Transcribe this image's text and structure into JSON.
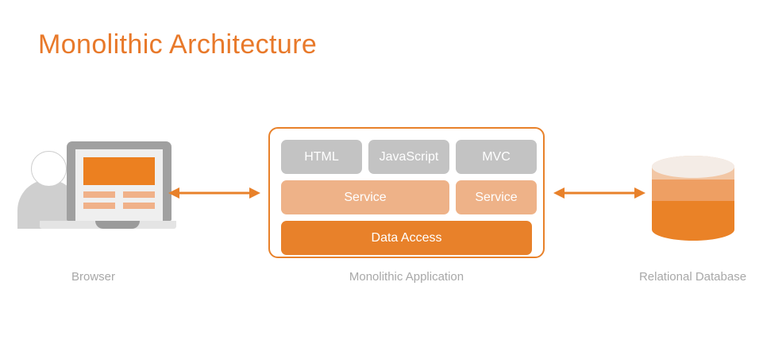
{
  "diagram": {
    "title": "Monolithic Architecture",
    "title_color": "#e8792a",
    "background": "#ffffff"
  },
  "nodes": {
    "browser": {
      "caption": "Browser",
      "icon": "laptop-user-icon",
      "screen_banner_color": "#ec8020",
      "screen_bar_color": "#f0b189",
      "bezel_color": "#a0a0a0"
    },
    "application": {
      "caption": "Monolithic Application",
      "border_color": "#e8812a",
      "layers": [
        {
          "name": "presentation-layer",
          "blocks": [
            {
              "label": "HTML",
              "color": "#c3c3c3"
            },
            {
              "label": "JavaScript",
              "color": "#c3c3c3"
            },
            {
              "label": "MVC",
              "color": "#c3c3c3"
            }
          ]
        },
        {
          "name": "service-layer",
          "blocks": [
            {
              "label": "Service",
              "color": "#eeb288"
            },
            {
              "label": "Service",
              "color": "#eeb288"
            }
          ]
        },
        {
          "name": "data-access-layer",
          "blocks": [
            {
              "label": "Data Access",
              "color": "#e8812a"
            }
          ]
        }
      ]
    },
    "database": {
      "caption": "Relational Database",
      "icon": "database-cylinder-icon",
      "bands": [
        "#f4ece6",
        "#f2c6a4",
        "#ee9f63",
        "#ea8227"
      ]
    }
  },
  "connectors": [
    {
      "name": "browser-to-application",
      "direction": "bidirectional",
      "color": "#e8812a"
    },
    {
      "name": "application-to-database",
      "direction": "bidirectional",
      "color": "#e8812a"
    }
  ]
}
